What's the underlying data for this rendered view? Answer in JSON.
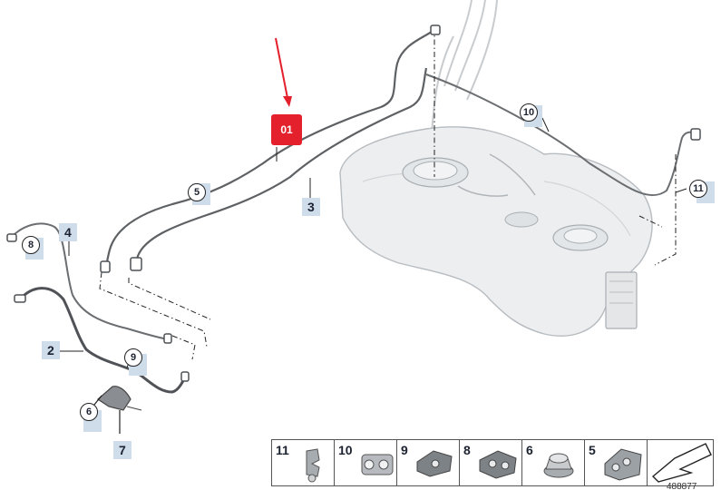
{
  "highlight": {
    "label": "01"
  },
  "callouts": {
    "c2": "2",
    "c3": "3",
    "c4": "4",
    "c5": "5",
    "c6": "6",
    "c7": "7",
    "c8": "8",
    "c9": "9",
    "c10": "10",
    "c11": "11"
  },
  "legend": {
    "items": [
      "11",
      "10",
      "9",
      "8",
      "6",
      "5"
    ]
  },
  "ref_number": "488877",
  "colors": {
    "highlight": "#e3202c",
    "label_bg": "#cfdcea"
  }
}
